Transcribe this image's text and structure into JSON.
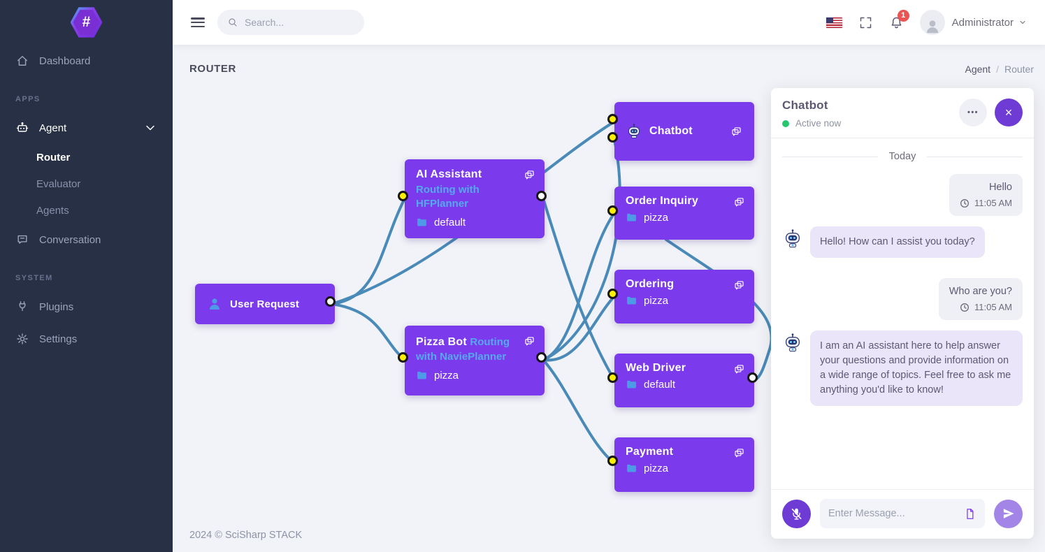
{
  "sidebar": {
    "logo_symbol": "#",
    "dashboard": "Dashboard",
    "apps_label": "APPS",
    "agent": "Agent",
    "router": "Router",
    "evaluator": "Evaluator",
    "agents": "Agents",
    "conversation": "Conversation",
    "system_label": "SYSTEM",
    "plugins": "Plugins",
    "settings": "Settings"
  },
  "header": {
    "search_placeholder": "Search...",
    "notification_count": "1",
    "username": "Administrator"
  },
  "page": {
    "title": "ROUTER",
    "breadcrumb_parent": "Agent",
    "breadcrumb_separator": "/",
    "breadcrumb_current": "Router",
    "footer": "2024 © SciSharp STACK"
  },
  "diagram": {
    "node_color": "#7c3aed",
    "edge_color": "#4a8ab8",
    "port_colors": {
      "input": "#ffef00",
      "output": "#ffffff"
    },
    "nodes": [
      {
        "title": "User Request"
      },
      {
        "title": "AI Assistant",
        "subtitle": "Routing with HFPlanner",
        "category": "default"
      },
      {
        "title": "Pizza Bot",
        "subtitle": "Routing with NaviePlanner",
        "category": "pizza"
      },
      {
        "title": "Chatbot"
      },
      {
        "title": "Order Inquiry",
        "category": "pizza"
      },
      {
        "title": "Ordering",
        "category": "pizza"
      },
      {
        "title": "Web Driver",
        "category": "default"
      },
      {
        "title": "Payment",
        "category": "pizza"
      }
    ]
  },
  "chat": {
    "title": "Chatbot",
    "status": "Active now",
    "day_label": "Today",
    "menu_label": "•••",
    "close_label": "×",
    "messages": [
      {
        "sender": "user",
        "text": "Hello",
        "time": "11:05 AM"
      },
      {
        "sender": "bot",
        "text": "Hello! How can I assist you today?"
      },
      {
        "sender": "user",
        "text": "Who are you?",
        "time": "11:05 AM"
      },
      {
        "sender": "bot",
        "text": "I am an AI assistant here to help answer your questions and provide information on a wide range of topics. Feel free to ask me anything you'd like to know!"
      }
    ],
    "input_placeholder": "Enter Message..."
  }
}
